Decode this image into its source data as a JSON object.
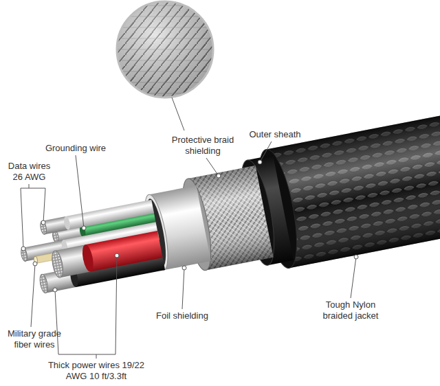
{
  "diagram": {
    "labels": [
      "Grounding wire",
      "Protective braid shielding",
      "Outer sheath",
      "Data wires 26 AWG",
      "Military grade fiber wires",
      "Foil shielding",
      "Tough Nylon braided jacket",
      "Thick power wires 19/22 AWG 10 ft/3.3ft"
    ]
  }
}
